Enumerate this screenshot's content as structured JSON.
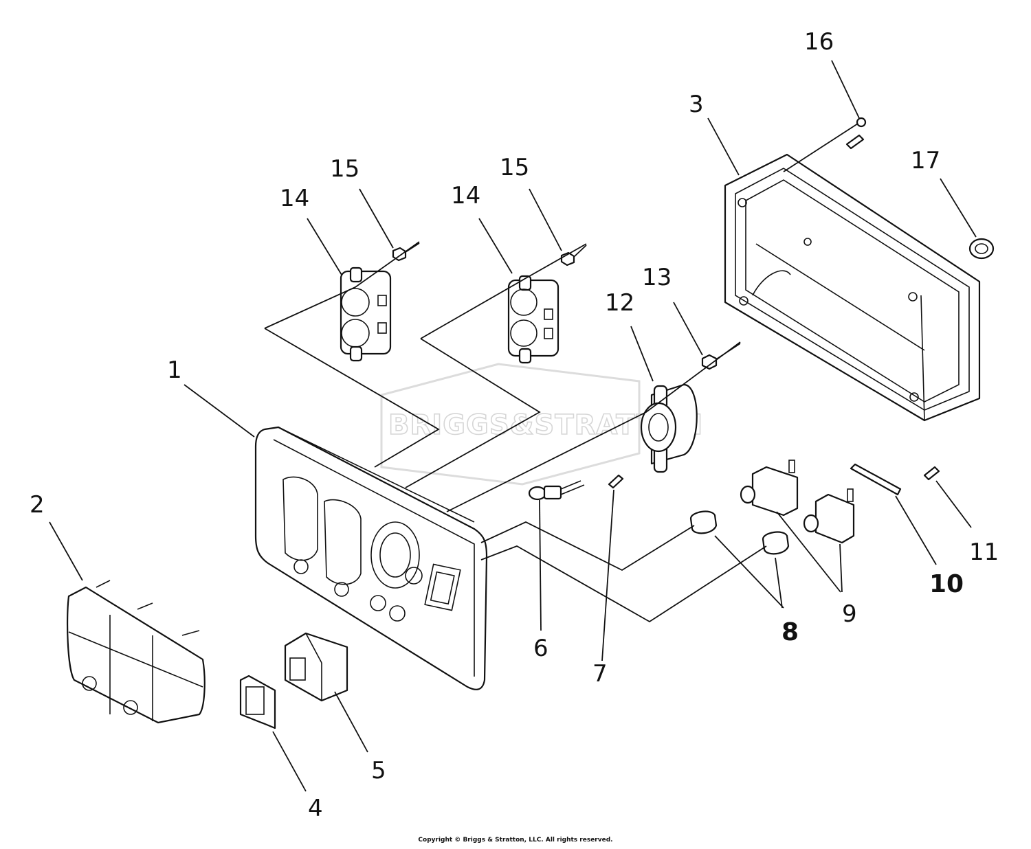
{
  "watermark": {
    "text": "BRIGGS&STRATTON"
  },
  "callouts": [
    {
      "id": "1",
      "label": "1"
    },
    {
      "id": "2",
      "label": "2"
    },
    {
      "id": "3",
      "label": "3"
    },
    {
      "id": "4",
      "label": "4"
    },
    {
      "id": "5",
      "label": "5"
    },
    {
      "id": "6",
      "label": "6"
    },
    {
      "id": "7",
      "label": "7"
    },
    {
      "id": "8",
      "label": "8"
    },
    {
      "id": "9",
      "label": "9"
    },
    {
      "id": "10",
      "label": "10"
    },
    {
      "id": "11",
      "label": "11"
    },
    {
      "id": "12",
      "label": "12"
    },
    {
      "id": "13",
      "label": "13"
    },
    {
      "id": "14a",
      "label": "14"
    },
    {
      "id": "14b",
      "label": "14"
    },
    {
      "id": "15a",
      "label": "15"
    },
    {
      "id": "15b",
      "label": "15"
    },
    {
      "id": "16",
      "label": "16"
    },
    {
      "id": "17",
      "label": "17"
    }
  ],
  "footer": {
    "copyright": "Copyright © Briggs & Stratton, LLC. All rights reserved."
  }
}
